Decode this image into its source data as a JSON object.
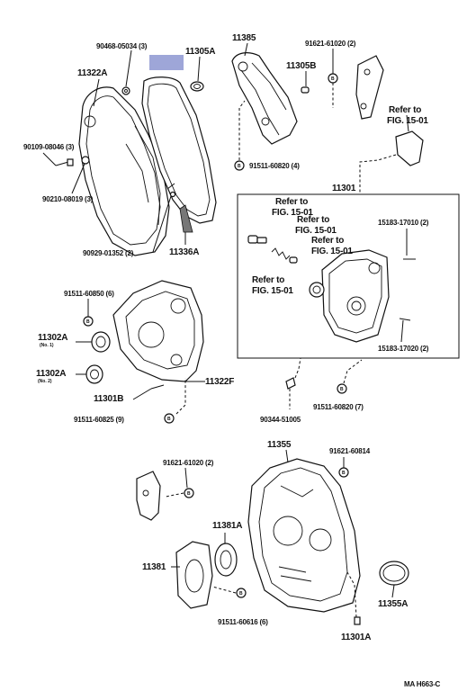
{
  "labels": {
    "p90468": "90468-05034 (3)",
    "p11305A": "11305A",
    "p11385": "11385",
    "p91621a": "91621-61020 (2)",
    "p11322A": "11322A",
    "p11305B": "11305B",
    "p90109": "90109-08046 (3)",
    "p90210": "90210-08019 (3)",
    "p91511a": "91511-60820 (4)",
    "p90929": "90929-01352 (2)",
    "p11336A": "11336A",
    "p11301": "11301",
    "refto_top": "Refer to",
    "refto_top2": "FIG. 15-01",
    "ref1a": "Refer to",
    "ref1b": "FIG. 15-01",
    "ref2a": "Refer to",
    "ref2b": "FIG. 15-01",
    "ref3a": "Refer to",
    "ref3b": "FIG. 15-01",
    "ref4a": "Refer to",
    "ref4b": "FIG. 15-01",
    "p15183a": "15183-17010 (2)",
    "p15183b": "15183-17020 (2)",
    "p91511b": "91511-60850 (6)",
    "p11302A1": "11302A",
    "no1": "(No. 1)",
    "p11302A2": "11302A",
    "no2": "(No. 2)",
    "p11322F": "11322F",
    "p11301B": "11301B",
    "p91511c": "91511-60825 (9)",
    "p90344": "90344-51005",
    "p91511d": "91511-60820 (7)",
    "p11355": "11355",
    "p91621b": "91621-61020 (2)",
    "p91621c": "91621-60814",
    "p11381A": "11381A",
    "p11381": "11381",
    "p91511e": "91511-60616 (6)",
    "p11355A": "11355A",
    "p11301A": "11301A",
    "code": "MA H663-C",
    "bolt_b": "B"
  },
  "colors": {
    "highlight": "#9ea6d8",
    "line": "#111111",
    "hatch": "#777777"
  }
}
